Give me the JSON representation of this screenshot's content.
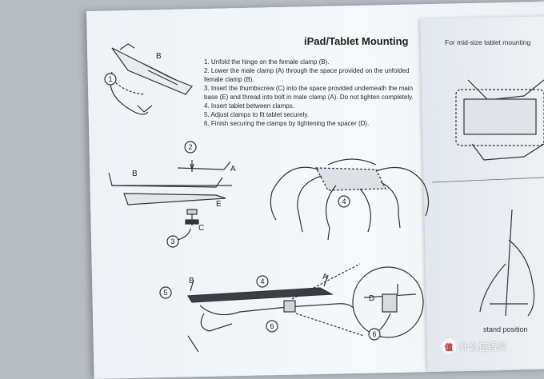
{
  "heading": "iPad/Tablet Mounting",
  "steps": [
    "1. Unfold the hinge on the female clamp (B).",
    "2. Lower the male clamp (A) through the space provided on the unfolded female clamp (B).",
    "3. Insert the thumbscrew (C) into the space provided undemeath the main base (E) and thread into bolt in male clamp (A).  Do not tighten completely.",
    "4. Insert tablet between clamps.",
    "5. Adjust clamps to fit tablet securely.",
    "6. Finish securing the clamps by tightening the spacer (D)."
  ],
  "right_panel": {
    "title": "For mid-size tablet mounting",
    "stand_caption": "stand position"
  },
  "labels": {
    "B": "B",
    "A": "A",
    "C": "C",
    "D": "D",
    "E": "E",
    "n1": "1",
    "n2": "2",
    "n3": "3",
    "n4": "4",
    "n5": "5",
    "n6": "6"
  },
  "watermark": {
    "logo": "值",
    "text": "什么值得买"
  }
}
